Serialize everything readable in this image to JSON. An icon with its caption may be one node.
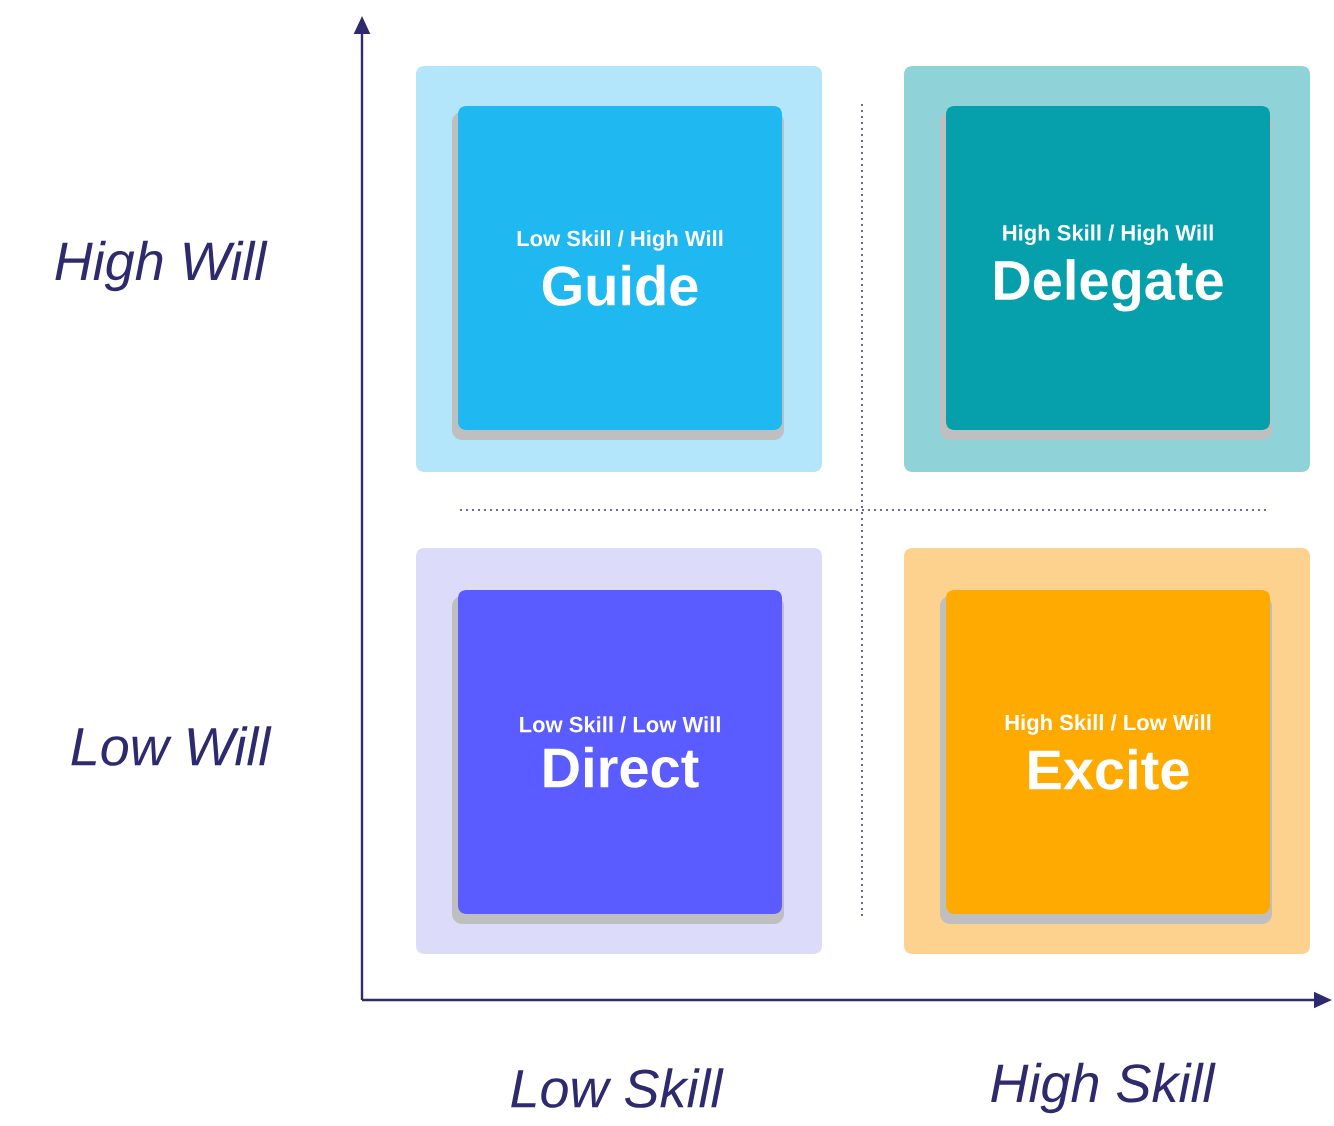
{
  "diagram": {
    "nodes": [
      {
        "text": [
          "Low Skill / High Will",
          "Guide"
        ]
      },
      {
        "text": [
          "High Skill / High Will",
          "Delegate"
        ]
      },
      {
        "text": [
          "Low Skill / Low Will",
          "Direct"
        ]
      },
      {
        "text": [
          "High Skill / Low Will",
          "Excite"
        ]
      }
    ],
    "labels": [
      "High Will",
      "Low Will",
      "Low Skill",
      "High Skill"
    ]
  }
}
